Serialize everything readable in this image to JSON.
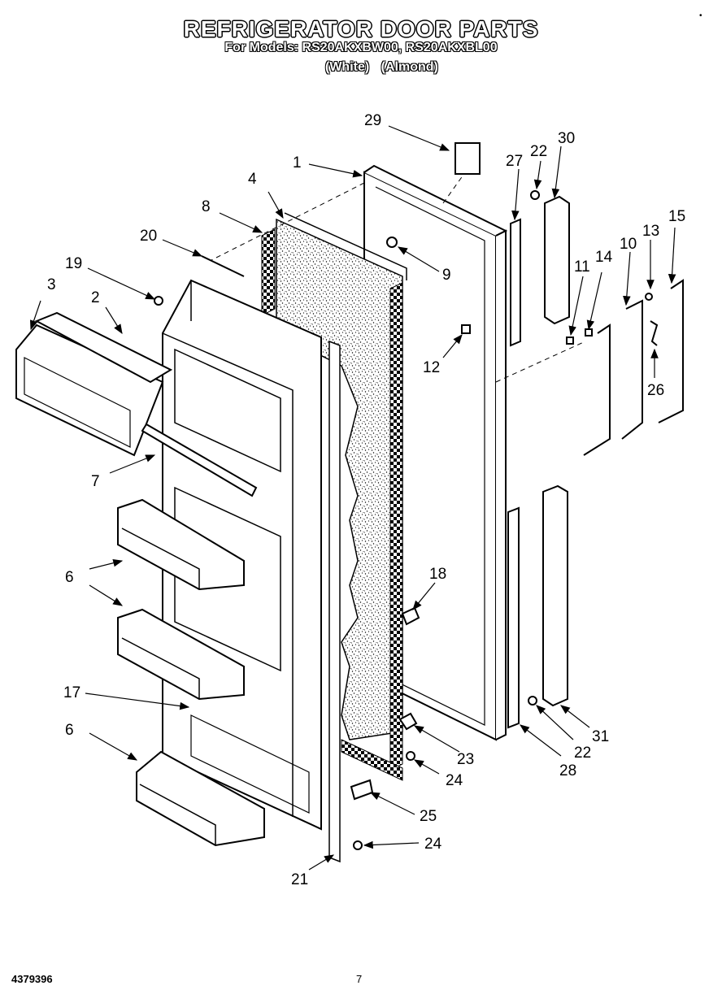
{
  "header": {
    "title": "REFRIGERATOR DOOR PARTS",
    "models": "For Models: RS20AKXBW00, RS20AKXBL00",
    "color_white": "(White)",
    "color_almond": "(Almond)"
  },
  "callouts": {
    "c1": "1",
    "c2": "2",
    "c3": "3",
    "c4": "4",
    "c6a": "6",
    "c6b": "6",
    "c7": "7",
    "c8": "8",
    "c9": "9",
    "c10": "10",
    "c11": "11",
    "c12": "12",
    "c13": "13",
    "c14": "14",
    "c15": "15",
    "c17": "17",
    "c18": "18",
    "c19": "19",
    "c20": "20",
    "c21": "21",
    "c22a": "22",
    "c22b": "22",
    "c23": "23",
    "c24a": "24",
    "c24b": "24",
    "c25": "25",
    "c26": "26",
    "c27": "27",
    "c28": "28",
    "c29": "29",
    "c30": "30",
    "c31": "31"
  },
  "footer": {
    "doc_number": "4379396",
    "page_number": "7"
  },
  "corner_mark": "•"
}
